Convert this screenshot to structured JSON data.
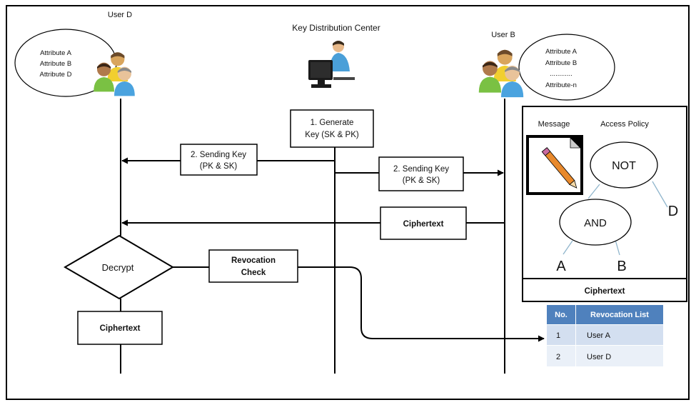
{
  "actors": {
    "user_d": {
      "title": "User D",
      "attributes": [
        "Attribute A",
        "Attribute B",
        "Attribute D"
      ]
    },
    "kdc": {
      "title": "Key Distribution Center"
    },
    "user_b": {
      "title": "User B",
      "attributes": [
        "Attribute A",
        "Attribute B",
        "............",
        "Attribute-n"
      ]
    }
  },
  "steps": {
    "generate": [
      "1. Generate",
      "Key  (SK & PK)"
    ],
    "send_left": [
      "2. Sending Key",
      "(PK & SK)"
    ],
    "send_right": [
      "2. Sending Key",
      "(PK & SK)"
    ],
    "ciphertext_transfer": "Ciphertext",
    "decrypt": "Decrypt",
    "revocation_check": [
      "Revocation",
      "Check"
    ],
    "ciphertext_result": "Ciphertext"
  },
  "ciphertext_panel": {
    "message_label": "Message",
    "policy_label": "Access Policy",
    "tree": {
      "root": "NOT",
      "mid": "AND",
      "leaf_d": "D",
      "leaf_a": "A",
      "leaf_b": "B"
    },
    "footer": "Ciphertext"
  },
  "revocation_table": {
    "headers": [
      "No.",
      "Revocation List"
    ],
    "rows": [
      {
        "no": "1",
        "name": "User A"
      },
      {
        "no": "2",
        "name": "User D"
      }
    ]
  },
  "colors": {
    "table_header": "#4f81bd",
    "table_row_1": "#d3dff0",
    "table_row_2": "#eaf0f8",
    "pencil": "#e8892c"
  }
}
